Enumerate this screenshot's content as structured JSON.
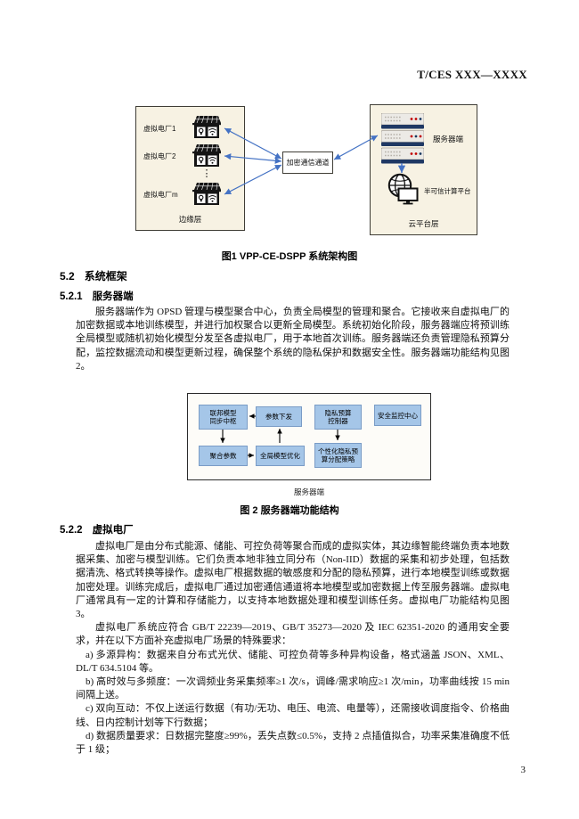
{
  "page": {
    "header": "T/CES XXX—XXXX",
    "number": "3"
  },
  "colors": {
    "arrow_blue": "#4472C4",
    "layer_box_fill": "#F7F2E3",
    "module_box_fill": "#A5C6E8",
    "module_box_border": "#7A9CC6"
  },
  "icons": {
    "plant": "house-solar-wifi-icon",
    "server": "server-rack-icon",
    "platform": "globe-monitor-icon",
    "ellipsis": "vertical-dots"
  },
  "figure1": {
    "caption": "图1  VPP-CE-DSPP 系统架构图",
    "edge_layer": {
      "plants": [
        "虚拟电厂1",
        "虚拟电厂2",
        "虚拟电厂m"
      ],
      "ellipsis": "⋮",
      "label": "边缘层"
    },
    "channel": "加密通信通道",
    "cloud_layer": {
      "server": "服务器端",
      "platform": "半可信计算平台",
      "label": "云平台层"
    }
  },
  "sections": {
    "s52": {
      "number": "5.2",
      "title": "系统框架"
    },
    "s521": {
      "number": "5.2.1",
      "title": "服务器端",
      "paragraph": "服务器端作为 OPSD 管理与模型聚合中心，负责全局模型的管理和聚合。它接收来自虚拟电厂的加密数据或本地训练模型，并进行加权聚合以更新全局模型。系统初始化阶段，服务器端应将预训练全局模型或随机初始化模型分发至各虚拟电厂，用于本地首次训练。服务器端还负责管理隐私预算分配，监控数据流动和模型更新过程，确保整个系统的隐私保护和数据安全性。服务器端功能结构见图2。"
    },
    "s522": {
      "number": "5.2.2",
      "title": "虚拟电厂",
      "paragraph1": "虚拟电厂是由分布式能源、储能、可控负荷等聚合而成的虚拟实体，其边缘智能终端负责本地数据采集、加密与模型训练。它们负责本地非独立同分布（Non-IID）数据的采集和初步处理，包括数据清洗、格式转换等操作。虚拟电厂根据数据的敏感度和分配的隐私预算，进行本地模型训练或数据加密处理。训练完成后，虚拟电厂通过加密通信通道将本地模型或加密数据上传至服务器端。虚拟电厂通常具有一定的计算和存储能力，以支持本地数据处理和模型训练任务。虚拟电厂功能结构见图 3。",
      "paragraph2": "虚拟电厂系统应符合 GB/T 22239—2019、GB/T 35273—2020 及 IEC 62351-2020 的通用安全要求，并在以下方面补充虚拟电厂场景的特殊要求：",
      "items": [
        "a) 多源异构：数据来自分布式光伏、储能、可控负荷等多种异构设备，格式涵盖 JSON、XML、DL/T 634.5104 等。",
        "b) 高时效与多频度：一次调频业务采集频率≥1 次/s，调峰/需求响应≥1 次/min，功率曲线按 15 min 间隔上送。",
        "c) 双向互动：不仅上送运行数据（有功/无功、电压、电流、电量等），还需接收调度指令、价格曲线、日内控制计划等下行数据；",
        "d) 数据质量要求：日数据完整度≥99%，丢失点数≤0.5%，支持 2 点插值拟合，功率采集准确度不低于 1 级；"
      ]
    }
  },
  "figure2": {
    "caption": "图 2  服务器端功能结构",
    "label": "服务器端",
    "modules": {
      "hub": "联邦模型\n同步中枢",
      "dispatch": "参数下发",
      "privacy_controller": "隐私预算\n控制器",
      "security_center": "安全监控中心",
      "aggregate": "聚合参数",
      "global_opt": "全局模型优化",
      "personalized": "个性化隐私预\n算分配策略"
    }
  }
}
